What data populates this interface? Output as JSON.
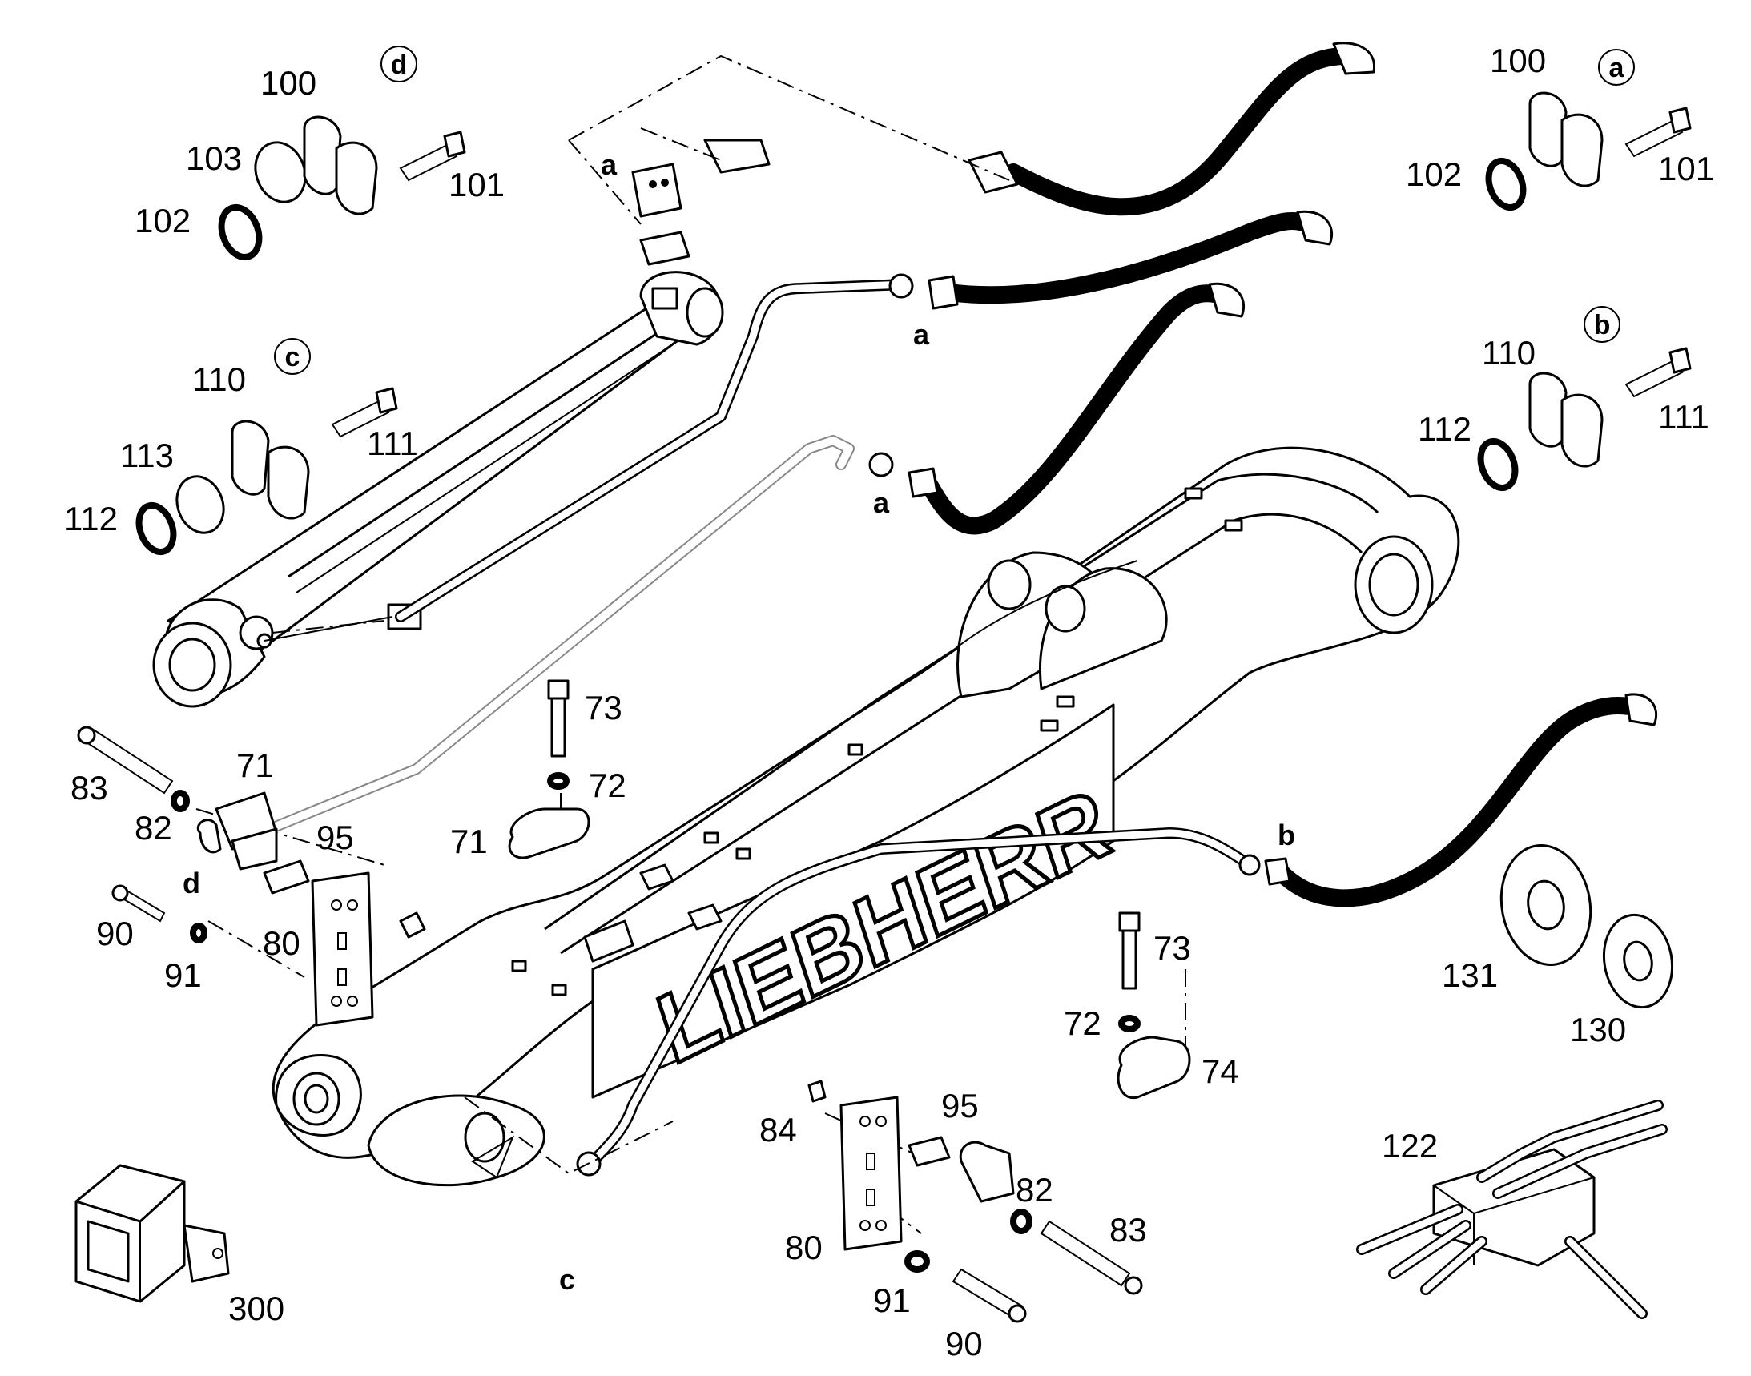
{
  "brand": "LIEBHERR",
  "detail_markers": {
    "a": "a",
    "b": "b",
    "c": "c",
    "d": "d"
  },
  "connection_letters": {
    "a_top": "a",
    "a_mid": "a",
    "a_low": "a",
    "b": "b",
    "c": "c",
    "d": "d"
  },
  "detail_d": {
    "p100": "100",
    "p103": "103",
    "p102": "102",
    "p101": "101"
  },
  "detail_a": {
    "p100": "100",
    "p102": "102",
    "p101": "101"
  },
  "detail_c": {
    "p110": "110",
    "p113": "113",
    "p112": "112",
    "p111": "111"
  },
  "detail_b": {
    "p110": "110",
    "p112": "112",
    "p111": "111"
  },
  "left_clamp": {
    "p83": "83",
    "p71": "71",
    "p82": "82",
    "p95": "95",
    "p90": "90",
    "p91": "91",
    "p80": "80"
  },
  "center_bolt": {
    "p73": "73",
    "p72": "72",
    "p71": "71"
  },
  "right_bolt": {
    "p73": "73",
    "p72": "72",
    "p74": "74"
  },
  "lower_clamp": {
    "p84": "84",
    "p95": "95",
    "p82": "82",
    "p83": "83",
    "p80": "80",
    "p91": "91",
    "p90": "90"
  },
  "washers": {
    "p131": "131",
    "p130": "130"
  },
  "manifold": {
    "p122": "122"
  },
  "box": {
    "p300": "300"
  }
}
